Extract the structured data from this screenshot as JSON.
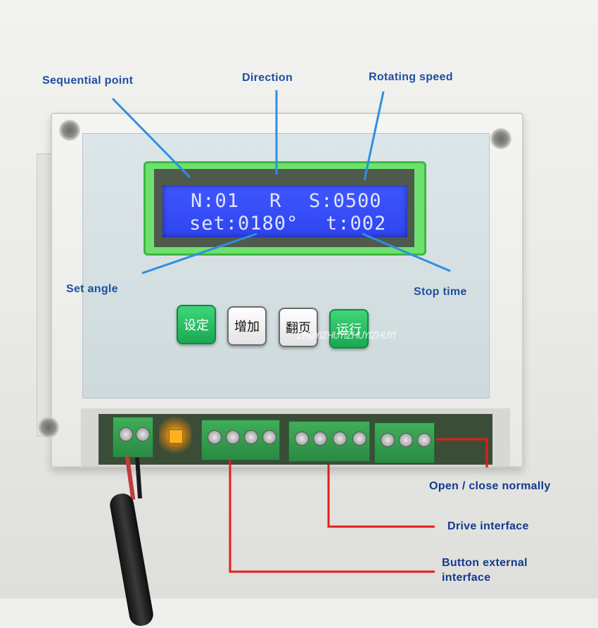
{
  "colors": {
    "callout_line_blue": "#2f8fe0",
    "callout_line_red": "#e21d1d",
    "label_blue": "#1f4fa0",
    "lcd_background": "#3f57ff",
    "lcd_text": "#dfe6ff",
    "button_green": "#1aa852",
    "button_white": "#ffffff"
  },
  "callouts": {
    "sequential_point": "Sequential point",
    "direction": "Direction",
    "rotating_speed": "Rotating speed",
    "set_angle": "Set angle",
    "stop_time": "Stop time",
    "open_close": "Open / close normally",
    "drive_interface": "Drive interface",
    "button_external_line1": "Button external",
    "button_external_line2": "interface"
  },
  "lcd": {
    "line1": {
      "n": "N:01",
      "dir": "R",
      "speed": "S:0500"
    },
    "line2": {
      "set": "set:0180°",
      "time": "t:002"
    }
  },
  "buttons": [
    {
      "label": "设定",
      "color": "green"
    },
    {
      "label": "增加",
      "color": "white"
    },
    {
      "label": "翻页",
      "color": "white"
    },
    {
      "label": "运行",
      "color": "green"
    }
  ],
  "watermark": "ZHUYIZHUYIZHUYIZHUYI"
}
